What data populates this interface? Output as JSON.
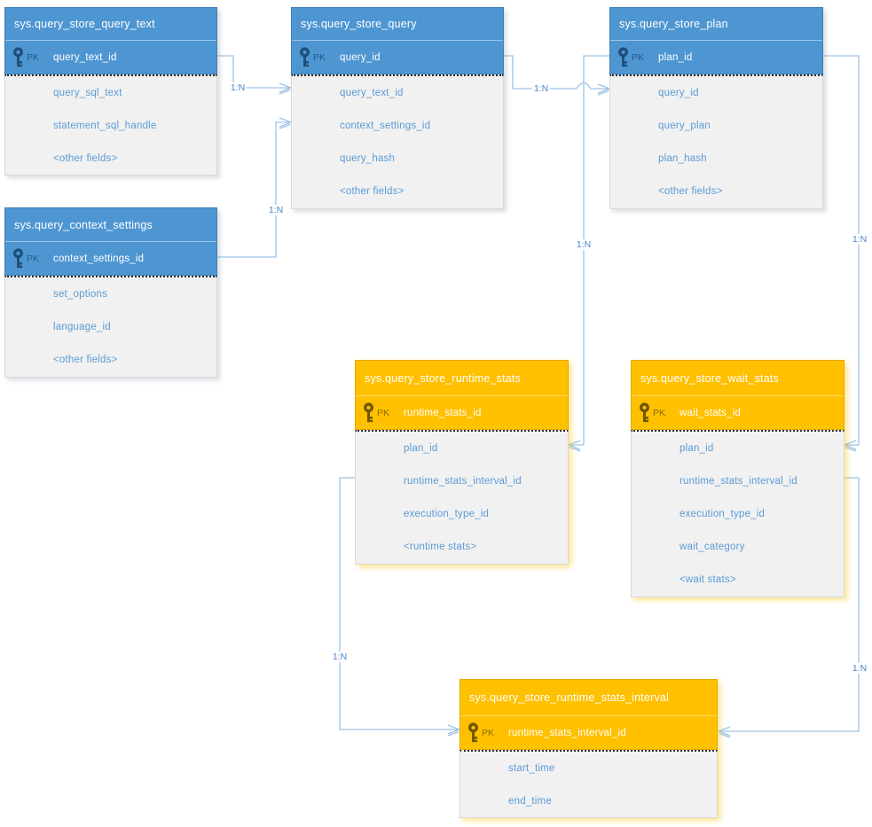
{
  "diagram": {
    "tables": [
      {
        "id": "query_store_query_text",
        "title": "sys.query_store_query_text",
        "theme": "blue",
        "pk_label": "PK",
        "pk_field": "query_text_id",
        "fields": [
          "query_sql_text",
          "statement_sql_handle",
          "<other fields>"
        ]
      },
      {
        "id": "query_store_query",
        "title": "sys.query_store_query",
        "theme": "blue",
        "pk_label": "PK",
        "pk_field": "query_id",
        "fields": [
          "query_text_id",
          "context_settings_id",
          "query_hash",
          "<other fields>"
        ]
      },
      {
        "id": "query_store_plan",
        "title": "sys.query_store_plan",
        "theme": "blue",
        "pk_label": "PK",
        "pk_field": "plan_id",
        "fields": [
          "query_id",
          "query_plan",
          "plan_hash",
          "<other fields>"
        ]
      },
      {
        "id": "query_context_settings",
        "title": "sys.query_context_settings",
        "theme": "blue",
        "pk_label": "PK",
        "pk_field": "context_settings_id",
        "fields": [
          "set_options",
          "language_id",
          "<other fields>"
        ]
      },
      {
        "id": "query_store_runtime_stats",
        "title": "sys.query_store_runtime_stats",
        "theme": "orange",
        "pk_label": "PK",
        "pk_field": "runtime_stats_id",
        "fields": [
          "plan_id",
          "runtime_stats_interval_id",
          "execution_type_id",
          "<runtime stats>"
        ]
      },
      {
        "id": "query_store_wait_stats",
        "title": "sys.query_store_wait_stats",
        "theme": "orange",
        "pk_label": "PK",
        "pk_field": "wait_stats_id",
        "fields": [
          "plan_id",
          "runtime_stats_interval_id",
          "execution_type_id",
          "wait_category",
          "<wait stats>"
        ]
      },
      {
        "id": "query_store_runtime_stats_interval",
        "title": "sys.query_store_runtime_stats_interval",
        "theme": "orange",
        "pk_label": "PK",
        "pk_field": "runtime_stats_interval_id",
        "fields": [
          "start_time",
          "end_time"
        ]
      }
    ],
    "relationships": [
      {
        "id": "qtext-query",
        "label": "1:N",
        "from": "sys.query_store_query_text.query_text_id",
        "to": "sys.query_store_query.query_text_id"
      },
      {
        "id": "ctx-query",
        "label": "1:N",
        "from": "sys.query_context_settings.context_settings_id",
        "to": "sys.query_store_query.context_settings_id"
      },
      {
        "id": "query-plan",
        "label": "1:N",
        "from": "sys.query_store_query.query_id",
        "to": "sys.query_store_plan.query_id"
      },
      {
        "id": "plan-runtime",
        "label": "1:N",
        "from": "sys.query_store_plan.plan_id",
        "to": "sys.query_store_runtime_stats.plan_id"
      },
      {
        "id": "plan-wait",
        "label": "1:N",
        "from": "sys.query_store_plan.plan_id",
        "to": "sys.query_store_wait_stats.plan_id"
      },
      {
        "id": "runtime-interval",
        "label": "1:N",
        "from": "sys.query_store_runtime_stats.runtime_stats_interval_id",
        "to": "sys.query_store_runtime_stats_interval.runtime_stats_interval_id"
      },
      {
        "id": "wait-interval",
        "label": "1:N",
        "from": "sys.query_store_wait_stats.runtime_stats_interval_id",
        "to": "sys.query_store_runtime_stats_interval.runtime_stats_interval_id"
      }
    ],
    "colors": {
      "blue_header": "#4E96D2",
      "orange_header": "#FFC000",
      "body_bg": "#F1F1F1",
      "field_text": "#5B9BD5",
      "connector": "#9DC3E6",
      "blue_key": "#1F4E79",
      "orange_key": "#6E5600"
    }
  }
}
